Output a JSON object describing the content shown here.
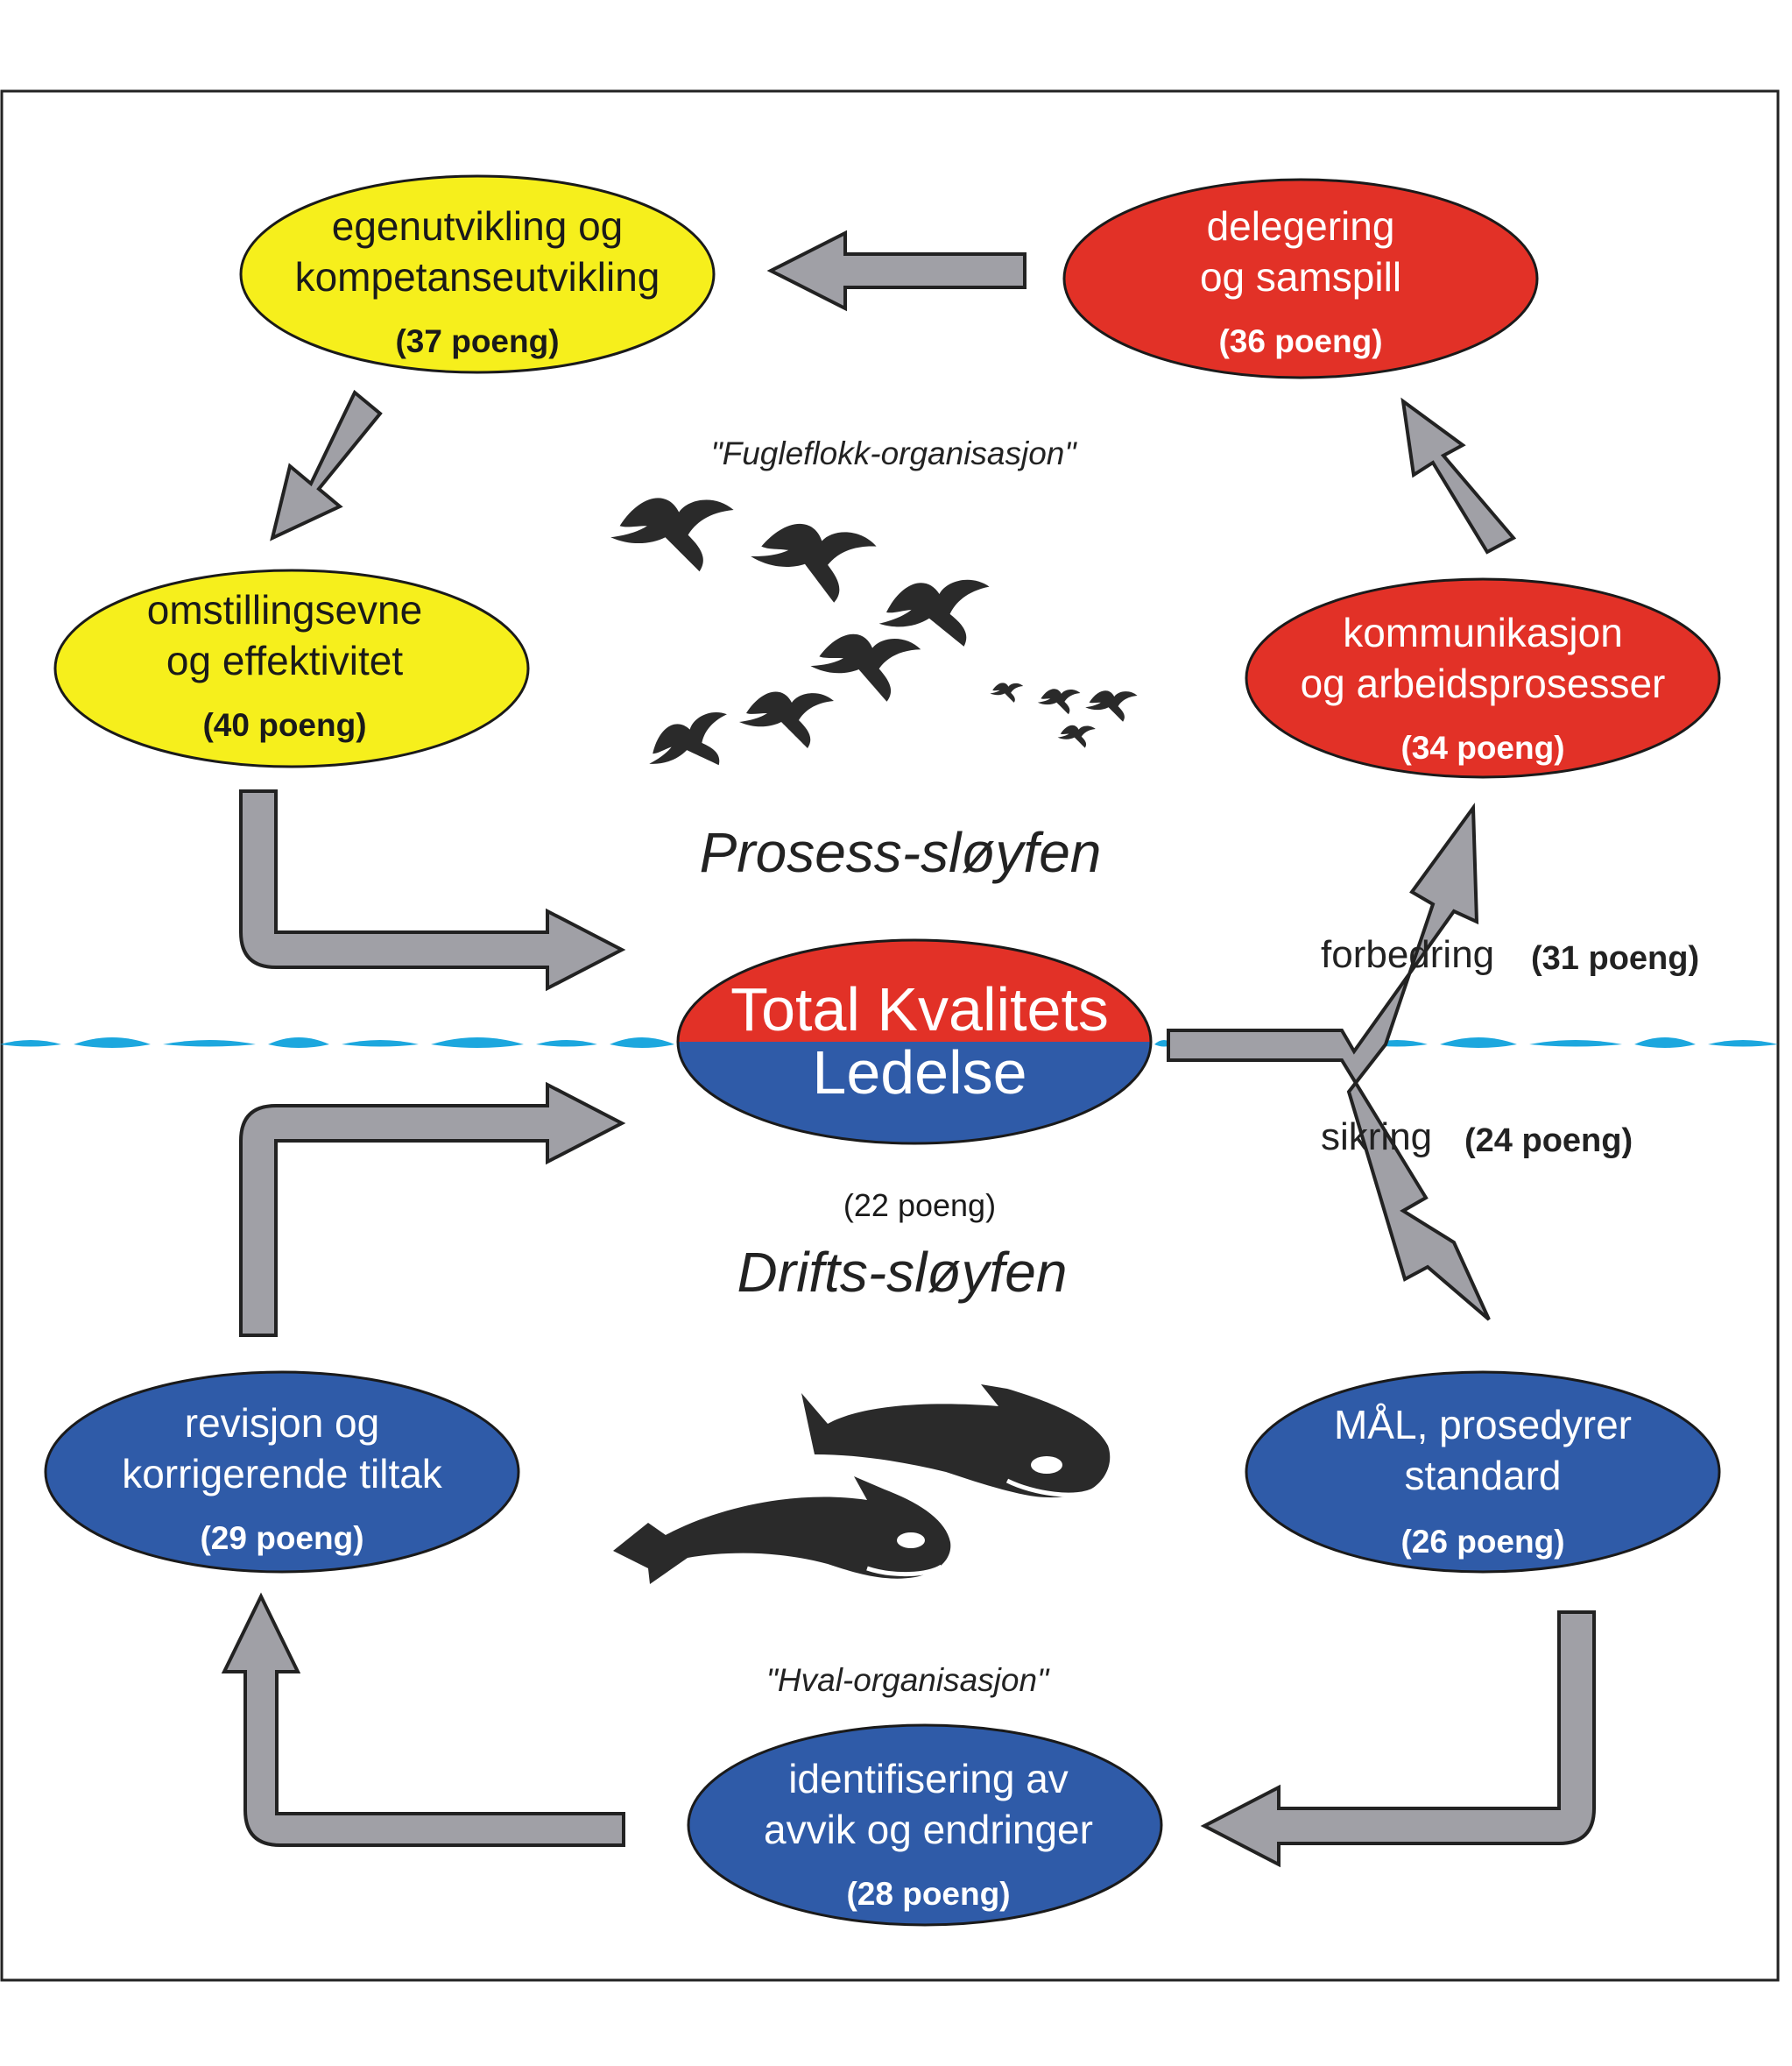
{
  "nodes": {
    "egenutvikling": {
      "line1": "egenutvikling og",
      "line2": "kompetanseutvikling",
      "points": "(37 poeng)",
      "color": "#f6ef1c"
    },
    "delegering": {
      "line1": "delegering",
      "line2": "og samspill",
      "points": "(36 poeng)",
      "color": "#e23127"
    },
    "omstilling": {
      "line1": "omstillingsevne",
      "line2": "og effektivitet",
      "points": "(40 poeng)",
      "color": "#f6ef1c"
    },
    "kommunikasjon": {
      "line1": "kommunikasjon",
      "line2": "og arbeidsprosesser",
      "points": "(34 poeng)",
      "color": "#e23127"
    },
    "revisjon": {
      "line1": "revisjon og",
      "line2": "korrigerende tiltak",
      "points": "(29 poeng)",
      "color": "#2f5ba8"
    },
    "maal": {
      "line1": "MÅL, prosedyrer",
      "line2": "standard",
      "points": "(26 poeng)",
      "color": "#2f5ba8"
    },
    "identifisering": {
      "line1": "identifisering av",
      "line2": "avvik og endringer",
      "points": "(28 poeng)",
      "color": "#2f5ba8"
    }
  },
  "center": {
    "line1": "Total Kvalitets",
    "line2": "Ledelse",
    "points": "(22 poeng)",
    "top_color": "#e23127",
    "bottom_color": "#2f5ba8"
  },
  "loops": {
    "process": "Prosess-sløyfen",
    "process_quote": "\"Fugleflokk-organisasjon\"",
    "operations": "Drifts-sløyfen",
    "operations_quote": "\"Hval-organisasjon\""
  },
  "branches": {
    "improvement": {
      "label": "forbedring",
      "points": "(31 poeng)"
    },
    "assurance": {
      "label": "sikring",
      "points": "(24 poeng)"
    }
  },
  "colors": {
    "arrow_fill": "#a0a0a6",
    "water": "#1ca7de",
    "silhouette": "#2a2a2a"
  },
  "icons": {
    "birds": "bird-flock-icon",
    "whales": "orca-whales-icon"
  }
}
